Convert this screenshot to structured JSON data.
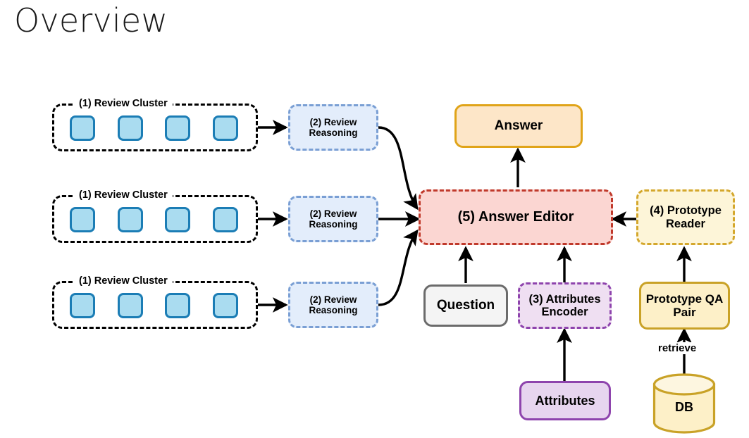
{
  "page": {
    "title": "Overview"
  },
  "colors": {
    "chip_fill": "#aadcf0",
    "chip_border": "#1b7db5",
    "cluster_border": "#000000",
    "reasoning_fill": "#e3edfb",
    "reasoning_border": "#7a9fd4",
    "editor_fill": "#fbd6d2",
    "editor_border": "#c0392b",
    "answer_fill": "#fde6c8",
    "answer_border": "#e0a419",
    "reader_fill": "#fdf5d8",
    "reader_border": "#d4a72c",
    "question_fill": "#f4f4f4",
    "question_border": "#6b6b6b",
    "attributes_fill": "#e7d5ef",
    "attributes_border": "#8e44ad",
    "qapair_fill": "#fdf0c8",
    "qapair_border": "#c9a227",
    "arrow": "#000000"
  },
  "diagram": {
    "clusters": [
      {
        "label": "(1) Review Cluster",
        "chip_count": 4
      },
      {
        "label": "(1) Review Cluster",
        "chip_count": 4
      },
      {
        "label": "(1) Review Cluster",
        "chip_count": 4
      }
    ],
    "reasoning_nodes": [
      {
        "label": "(2) Review Reasoning"
      },
      {
        "label": "(2) Review Reasoning"
      },
      {
        "label": "(2) Review Reasoning"
      }
    ],
    "nodes": {
      "answer": "Answer",
      "answer_editor": "(5) Answer Editor",
      "prototype_reader": "(4) Prototype Reader",
      "question": "Question",
      "attributes_encoder": "(3) Attributes Encoder",
      "prototype_qa_pair": "Prototype QA Pair",
      "attributes": "Attributes",
      "db": "DB"
    },
    "edge_labels": {
      "retrieve": "retrieve"
    }
  }
}
